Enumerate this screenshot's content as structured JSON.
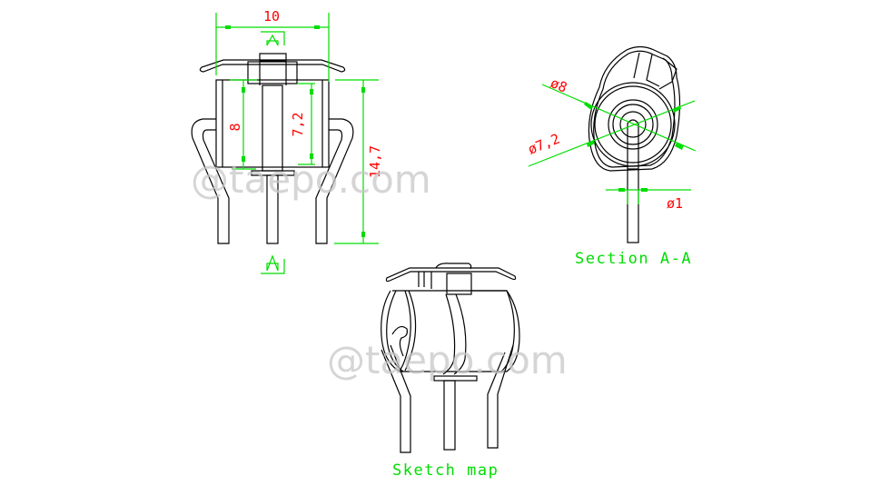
{
  "drawing": {
    "front_view": {
      "section_marker_top": "A",
      "section_marker_bottom": "A",
      "dimensions": {
        "overall_width": "10",
        "body_height_left": "8",
        "body_height_inner": "7,2",
        "overall_height": "14,7"
      }
    },
    "section_view": {
      "caption": "Section A-A",
      "dimensions": {
        "outer_diameter": "ø8",
        "inner_diameter": "ø7,2",
        "pin_diameter": "ø1"
      }
    },
    "sketch_view": {
      "caption": "Sketch map"
    },
    "watermarks": [
      "@taepo.com",
      "@taepo.com"
    ],
    "colors": {
      "outline": "#000000",
      "dimension_lines": "#00dd00",
      "dimension_text": "#ff0000",
      "caption_text": "#00dd00",
      "watermark": "#c8c8c8",
      "background": "#ffffff"
    }
  }
}
